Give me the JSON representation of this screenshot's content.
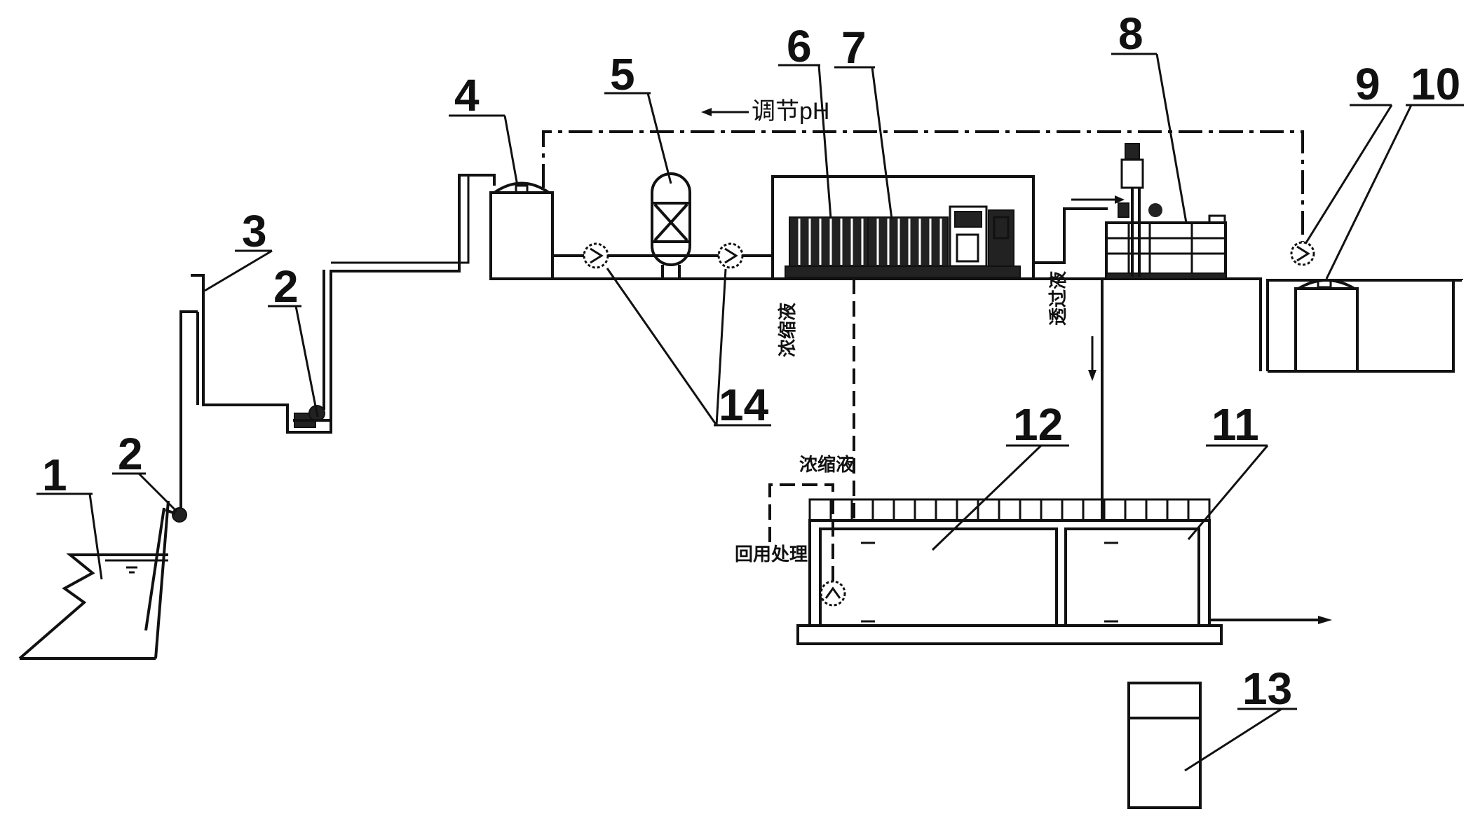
{
  "labels": {
    "n1": "1",
    "n2a": "2",
    "n2b": "2",
    "n3": "3",
    "n4": "4",
    "n5": "5",
    "n6": "6",
    "n7": "7",
    "n8": "8",
    "n9": "9",
    "n10": "10",
    "n11": "11",
    "n12": "12",
    "n13": "13",
    "n14": "14"
  },
  "annotations": {
    "adjust_ph": "调节pH",
    "concentrate_1": "浓缩液",
    "concentrate_2": "浓缩液",
    "permeate": "透过液",
    "recovery": "回用处理"
  }
}
